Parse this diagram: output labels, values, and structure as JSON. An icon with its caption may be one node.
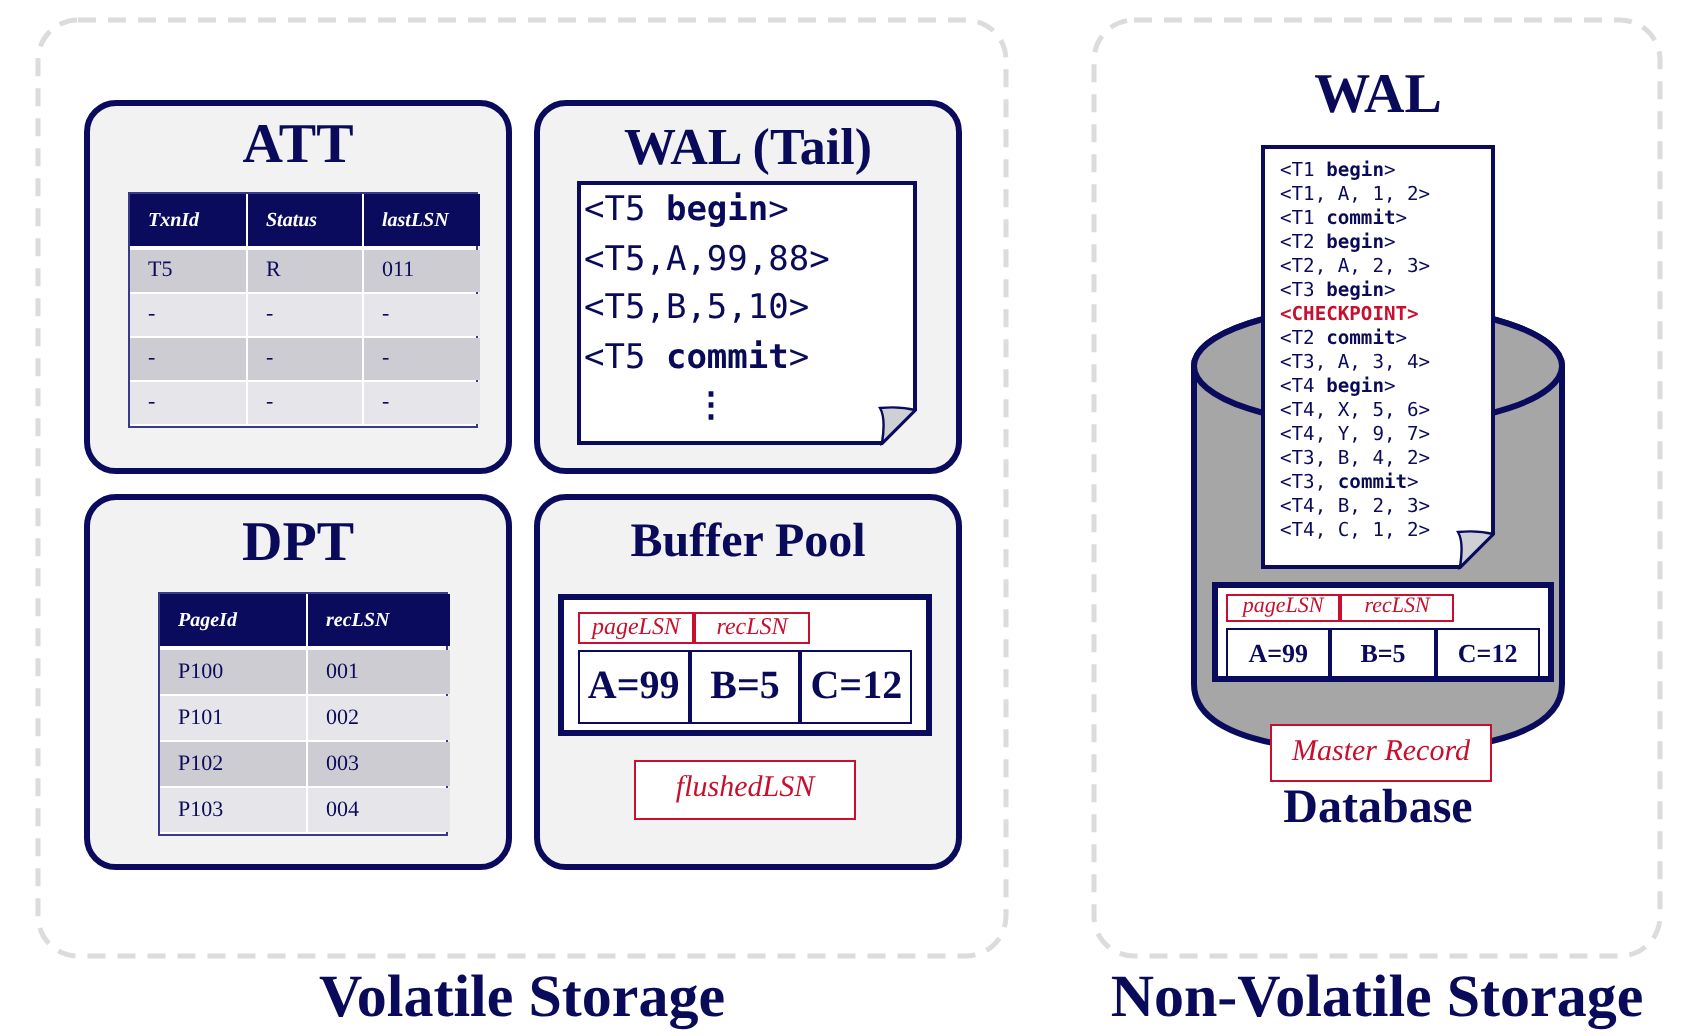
{
  "diagram": {
    "nodes": [
      {
        "text": [
          "Volatile Storage"
        ]
      },
      {
        "text": [
          "ATT"
        ],
        "in": 0
      },
      {
        "text": [
          "WAL (Tail)"
        ],
        "in": 0
      },
      {
        "text": [
          "<T5 **begin**>",
          "<T5,A,99,88>",
          "<T5,B,5,10>",
          "<T5 **commit**>",
          "⋮"
        ],
        "in": 2
      },
      {
        "text": [
          "DPT"
        ],
        "in": 0
      },
      {
        "text": [
          "Buffer Pool"
        ],
        "in": 0
      },
      {
        "text": [
          "pageLSN",
          "recLSN",
          "A=99",
          "B=5",
          "C=12"
        ],
        "in": 5
      },
      {
        "text": [
          "flushedLSN"
        ],
        "in": 5
      },
      {
        "text": [
          "Non-Volatile Storage"
        ]
      },
      {
        "text": [
          "WAL",
          "<T1 **begin**>",
          "<T1, A, 1, 2>",
          "<T1 **commit**>",
          "<T2 **begin**>",
          "<T2, A, 2, 3>",
          "<T3 **begin**>",
          "<CHECKPOINT>",
          "<T2 **commit**>",
          "<T3, A, 3, 4>",
          "<T4 **begin**>",
          "<T4, X, 5, 6>",
          "<T4, Y, 9, 7>",
          "<T3, B, 4, 2>",
          "<T3, **commit**>",
          "<T4, B, 2, 3>",
          "<T4, C, 1, 2>"
        ],
        "in": 8
      },
      {
        "text": [
          "Database"
        ],
        "in": 8
      },
      {
        "text": [
          "pageLSN",
          "recLSN",
          "A=99",
          "B=5",
          "C=12"
        ],
        "in": 10
      },
      {
        "text": [
          "Master Record"
        ],
        "in": 8
      }
    ],
    "labels": [
      "TxnId",
      "Status",
      "lastLSN",
      "T5",
      "R",
      "011",
      "-",
      "-",
      "-",
      "-",
      "-",
      "-",
      "-",
      "-",
      "-",
      "PageId",
      "recLSN",
      "P100",
      "001",
      "P101",
      "002",
      "P102",
      "003",
      "P103",
      "004"
    ]
  }
}
